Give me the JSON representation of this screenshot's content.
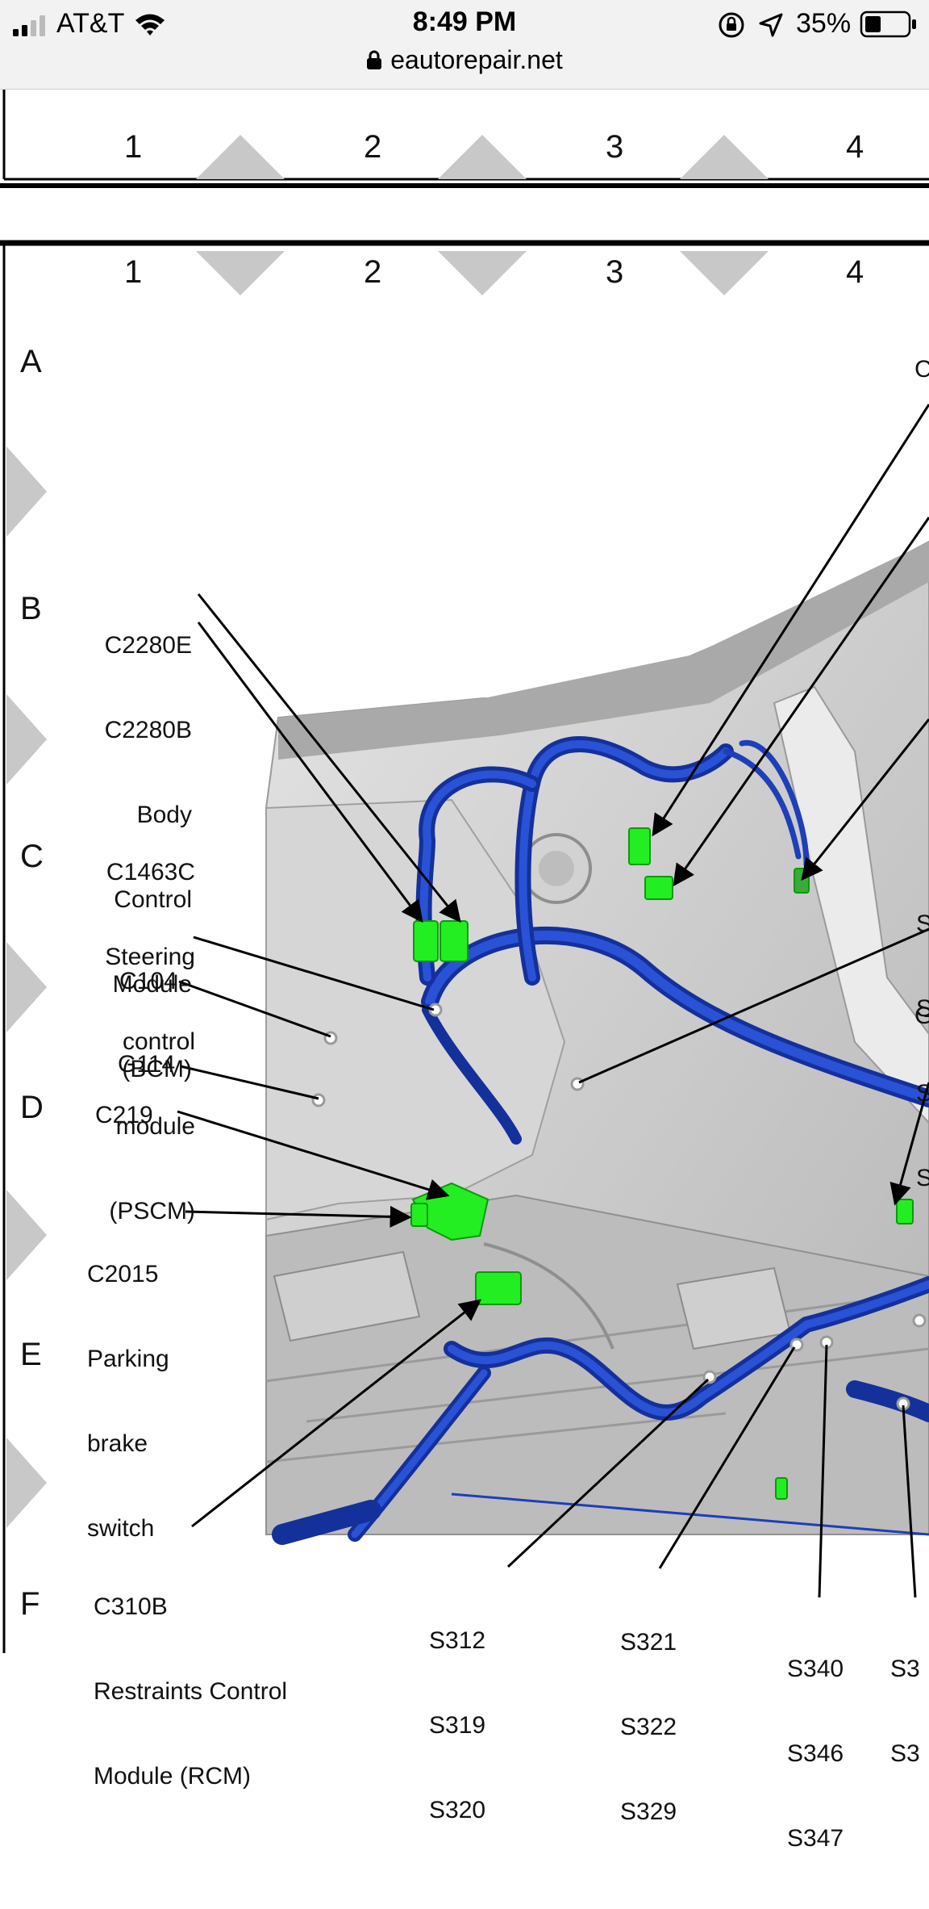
{
  "status_bar": {
    "carrier": "AT&T",
    "time": "8:49 PM",
    "battery": "35%",
    "url": "eautorepair.net",
    "icons": [
      "signal-icon",
      "wifi-icon",
      "orientation-lock-icon",
      "location-icon",
      "battery-icon",
      "lock-icon"
    ]
  },
  "diagram": {
    "top_frame_columns": [
      "1",
      "2",
      "3",
      "4"
    ],
    "columns": [
      "1",
      "2",
      "3",
      "4"
    ],
    "rows": [
      "A",
      "B",
      "C",
      "D",
      "E",
      "F"
    ],
    "callouts": {
      "bcm": [
        "C2280E",
        "C2280B",
        "Body",
        "Control",
        "Module",
        "(BCM)"
      ],
      "pscm": [
        "C1463C",
        "Steering",
        "control",
        "module",
        "(PSCM)"
      ],
      "c104": "C104",
      "g114": "G114",
      "c219": "C219",
      "parking_brake": [
        "C2015",
        "Parking",
        "brake",
        "switch"
      ],
      "rcm": [
        "C310B",
        "Restraints Control",
        "Module (RCM)"
      ],
      "s312": [
        "S312",
        "S319",
        "S320"
      ],
      "s321": [
        "S321",
        "S322",
        "S329"
      ],
      "s340": [
        "S340",
        "S346",
        "S347"
      ],
      "s3x": [
        "S3",
        "S3"
      ],
      "edge_c": "C",
      "edge_s": [
        "S",
        "S",
        "S",
        "S"
      ],
      "edge_g": "G"
    },
    "colors": {
      "harness": "#1d3fb8",
      "connector": "#22ee22",
      "body": "#c9c9c9",
      "marker": "#c4c4c4"
    }
  }
}
